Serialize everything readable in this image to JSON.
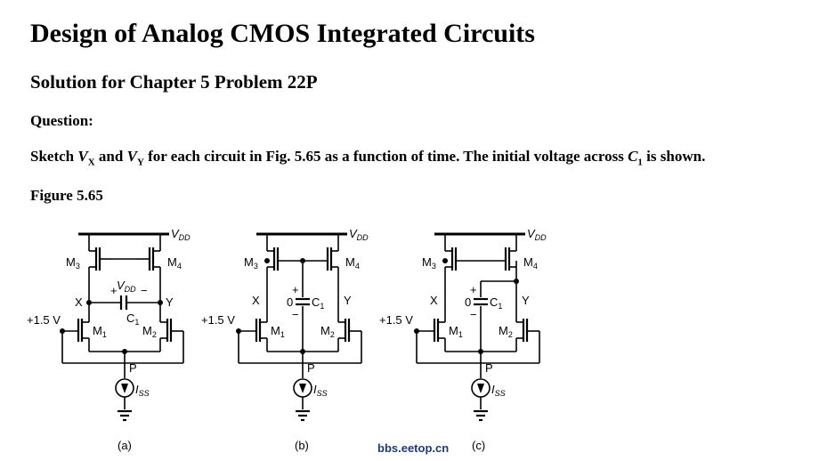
{
  "document": {
    "title": "Design of Analog CMOS Integrated Circuits",
    "subtitle": "Solution for Chapter 5 Problem 22P",
    "question_label": "Question:",
    "question": {
      "part1": "Sketch ",
      "vx_var": "V",
      "vx_sub": "X",
      "part2": " and ",
      "vy_var": "V",
      "vy_sub": "Y",
      "part3": " for each circuit in Fig. 5.65 as a function of time. The initial voltage across ",
      "c_var": "C",
      "c_sub": "1",
      "part4": " is shown."
    },
    "figure_label": "Figure 5.65"
  },
  "figure": {
    "vdd": "V",
    "vdd_sub": "DD",
    "m1": "M",
    "m2": "M",
    "m3": "M",
    "m4": "M",
    "sub1": "1",
    "sub2": "2",
    "sub3": "3",
    "sub4": "4",
    "x": "X",
    "y": "Y",
    "p": "P",
    "iss": "I",
    "iss_sub": "SS",
    "input_voltage": "+1.5 V",
    "c1": "C",
    "c1_sub": "1",
    "plus": "+",
    "minus": "−",
    "zero": "0",
    "cap_a_vdd": "V",
    "cap_a_vdd_sub": "DD",
    "caption_a": "(a)",
    "caption_b": "(b)",
    "caption_c": "(c)"
  },
  "watermark": "bbs.eetop.cn"
}
